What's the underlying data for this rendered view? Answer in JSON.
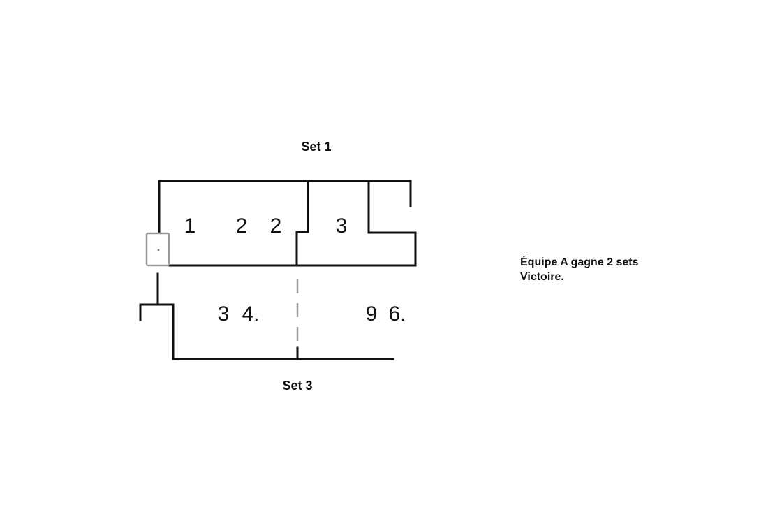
{
  "colors": {
    "line": "#111111",
    "dash": "#9a9a9a",
    "marker_border": "#999999"
  },
  "set1": {
    "title": "Set 1",
    "scores": [
      "1",
      "2",
      "2",
      "3"
    ]
  },
  "set3": {
    "title": "Set 3",
    "scores": [
      "3",
      "4.",
      "9",
      "6."
    ]
  },
  "marker": {
    "icon": "door-marker-icon"
  },
  "note": {
    "line1": "Équipe A gagne 2 sets",
    "line2": "Victoire."
  }
}
